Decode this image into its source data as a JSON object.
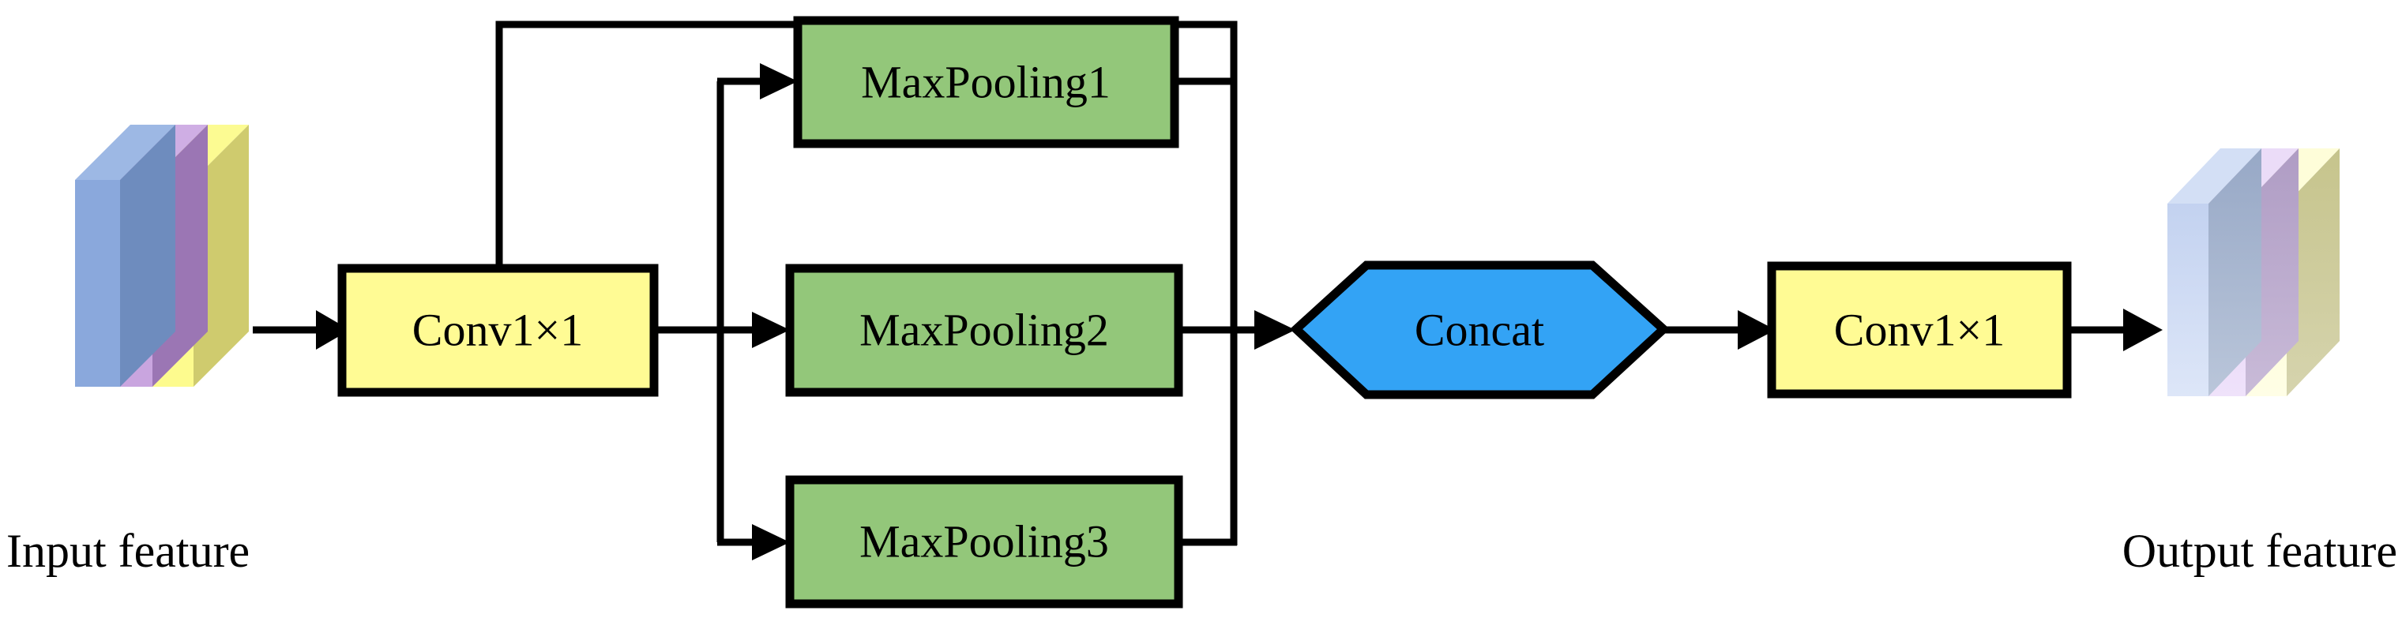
{
  "figure": {
    "type": "diagram",
    "title": "Spatial Pyramid Pooling (SPP) module block diagram",
    "background": "#ffffff",
    "line_color": "#000000"
  },
  "palette": {
    "conv_fill": "#FFFB94",
    "pool_fill": "#93C77A",
    "concat_fill": "#33A3F5",
    "input_blue_front": "#8AA8DC",
    "input_blue_top": "#9DB8E4",
    "input_blue_side": "#6E8CBE",
    "input_purple_front": "#C9A5DF",
    "input_purple_top": "#CFAEE4",
    "input_purple_side": "#9B76B4",
    "input_yellow_front": "#FDFB8E",
    "input_yellow_top": "#FCFB92",
    "input_yellow_side": "#CFCB6E",
    "output_blue_front": "#CDDBF3",
    "output_blue_side": "#A7B6D0",
    "output_purple_front": "#E7D6F6",
    "output_purple_side": "#BCAACD",
    "output_yellow_front": "#FEFDD4",
    "output_yellow_side": "#CDCB99"
  },
  "nodes": {
    "input_feature": {
      "label": "Input feature",
      "kind": "feature-stack",
      "slabs": 3,
      "slab_colors": [
        "blue",
        "purple",
        "yellow"
      ]
    },
    "conv_in": {
      "label": "Conv1×1",
      "kind": "rect",
      "fill": "#FFFB94"
    },
    "maxpool1": {
      "label": "MaxPooling1",
      "kind": "rect",
      "fill": "#93C77A"
    },
    "maxpool2": {
      "label": "MaxPooling2",
      "kind": "rect",
      "fill": "#93C77A"
    },
    "maxpool3": {
      "label": "MaxPooling3",
      "kind": "rect",
      "fill": "#93C77A"
    },
    "concat": {
      "label": "Concat",
      "kind": "hexagon",
      "fill": "#33A3F5"
    },
    "conv_out": {
      "label": "Conv1×1",
      "kind": "rect",
      "fill": "#FFFB94"
    },
    "output_feature": {
      "label": "Output feature",
      "kind": "feature-stack",
      "slabs": 3,
      "slab_colors": [
        "blue",
        "purple",
        "yellow"
      ]
    }
  },
  "edges": [
    {
      "from": "input_feature",
      "to": "conv_in",
      "arrow": true
    },
    {
      "from": "conv_in",
      "to": "maxpool1",
      "arrow": true
    },
    {
      "from": "conv_in",
      "to": "maxpool2",
      "arrow": true
    },
    {
      "from": "conv_in",
      "to": "maxpool3",
      "arrow": true
    },
    {
      "from": "conv_in",
      "to": "concat",
      "arrow": false,
      "note": "skip connection over the top"
    },
    {
      "from": "maxpool1",
      "to": "concat",
      "arrow": false
    },
    {
      "from": "maxpool2",
      "to": "concat",
      "arrow": true
    },
    {
      "from": "maxpool3",
      "to": "concat",
      "arrow": false
    },
    {
      "from": "concat",
      "to": "conv_out",
      "arrow": true
    },
    {
      "from": "conv_out",
      "to": "output_feature",
      "arrow": true
    }
  ]
}
